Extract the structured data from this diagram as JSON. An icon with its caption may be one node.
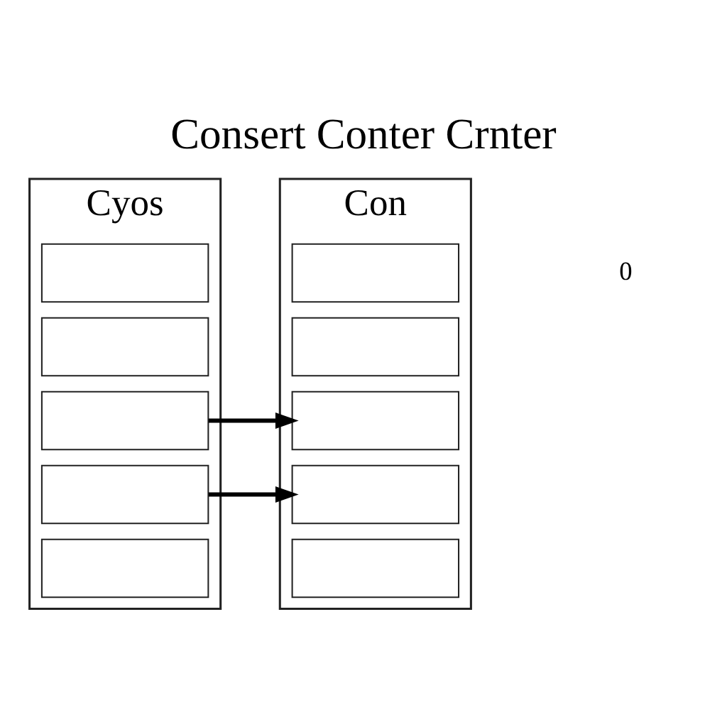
{
  "diagram": {
    "title": "Consert Conter Crnter",
    "nodes": [
      {
        "text": [
          "Cyos"
        ]
      },
      {
        "text": [],
        "shape": "box",
        "in": 0
      },
      {
        "text": [],
        "shape": "box",
        "in": 0
      },
      {
        "text": [],
        "shape": "box",
        "in": 0
      },
      {
        "text": [],
        "shape": "box",
        "in": 0
      },
      {
        "text": [],
        "shape": "box",
        "in": 0
      },
      {
        "text": [
          "Con"
        ]
      },
      {
        "text": [],
        "shape": "box",
        "in": 6
      },
      {
        "text": [],
        "shape": "box",
        "in": 6
      },
      {
        "text": [],
        "shape": "box",
        "in": 6
      },
      {
        "text": [],
        "shape": "box",
        "in": 6
      },
      {
        "text": [],
        "shape": "box",
        "in": 6
      }
    ],
    "edges": [
      {
        "from": 3,
        "to": 9,
        "arrow": "to"
      },
      {
        "from": 4,
        "to": 10,
        "arrow": "to"
      }
    ],
    "labels": [
      "0"
    ]
  }
}
